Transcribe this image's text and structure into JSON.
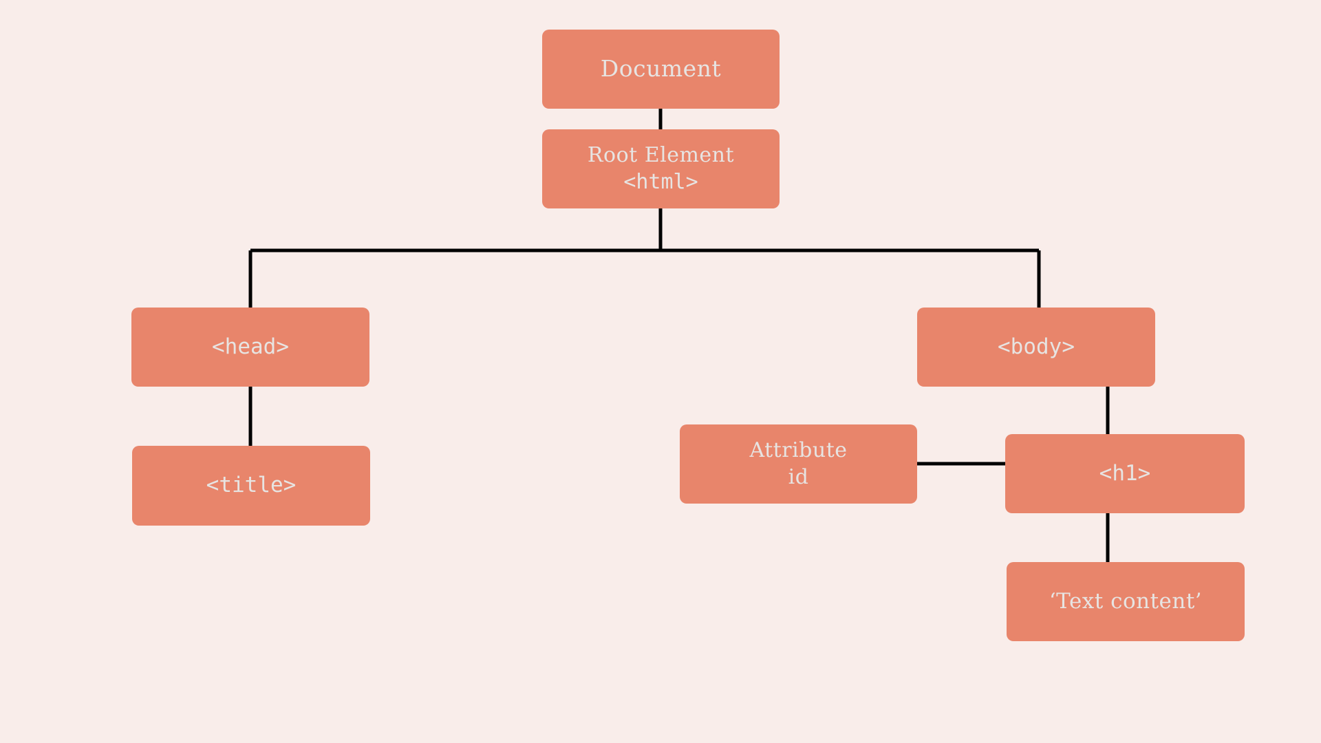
{
  "diagram": {
    "title": "DOM tree structure",
    "type": "tree",
    "colors": {
      "background": "#f9edea",
      "node_fill": "#e8856b",
      "node_text": "#e7e4e2",
      "edge": "#000000"
    },
    "nodes": [
      {
        "id": "document",
        "lines": [
          "Document"
        ],
        "style": "serif"
      },
      {
        "id": "root",
        "lines": [
          "Root Element",
          "<html>"
        ],
        "style": "mixed"
      },
      {
        "id": "head",
        "lines": [
          "<head>"
        ],
        "style": "mono"
      },
      {
        "id": "body",
        "lines": [
          "<body>"
        ],
        "style": "mono"
      },
      {
        "id": "title",
        "lines": [
          "<title>"
        ],
        "style": "mono"
      },
      {
        "id": "attribute",
        "lines": [
          "Attribute",
          "id"
        ],
        "style": "serif"
      },
      {
        "id": "h1",
        "lines": [
          "<h1>"
        ],
        "style": "mono"
      },
      {
        "id": "text",
        "lines": [
          "‘Text content’"
        ],
        "style": "serif"
      }
    ],
    "edges": [
      {
        "from": "document",
        "to": "root",
        "kind": "vertical"
      },
      {
        "from": "root",
        "to": "head",
        "kind": "elbow"
      },
      {
        "from": "root",
        "to": "body",
        "kind": "elbow"
      },
      {
        "from": "head",
        "to": "title",
        "kind": "vertical"
      },
      {
        "from": "body",
        "to": "h1",
        "kind": "vertical"
      },
      {
        "from": "attribute",
        "to": "h1",
        "kind": "horizontal"
      },
      {
        "from": "h1",
        "to": "text",
        "kind": "vertical"
      }
    ]
  },
  "labels": {
    "document": "Document",
    "root_title": "Root Element",
    "root_tag": "<html>",
    "head": "<head>",
    "body": "<body>",
    "title": "<title>",
    "attribute_title": "Attribute",
    "attribute_name": "id",
    "h1": "<h1>",
    "text_content": "‘Text content’"
  }
}
